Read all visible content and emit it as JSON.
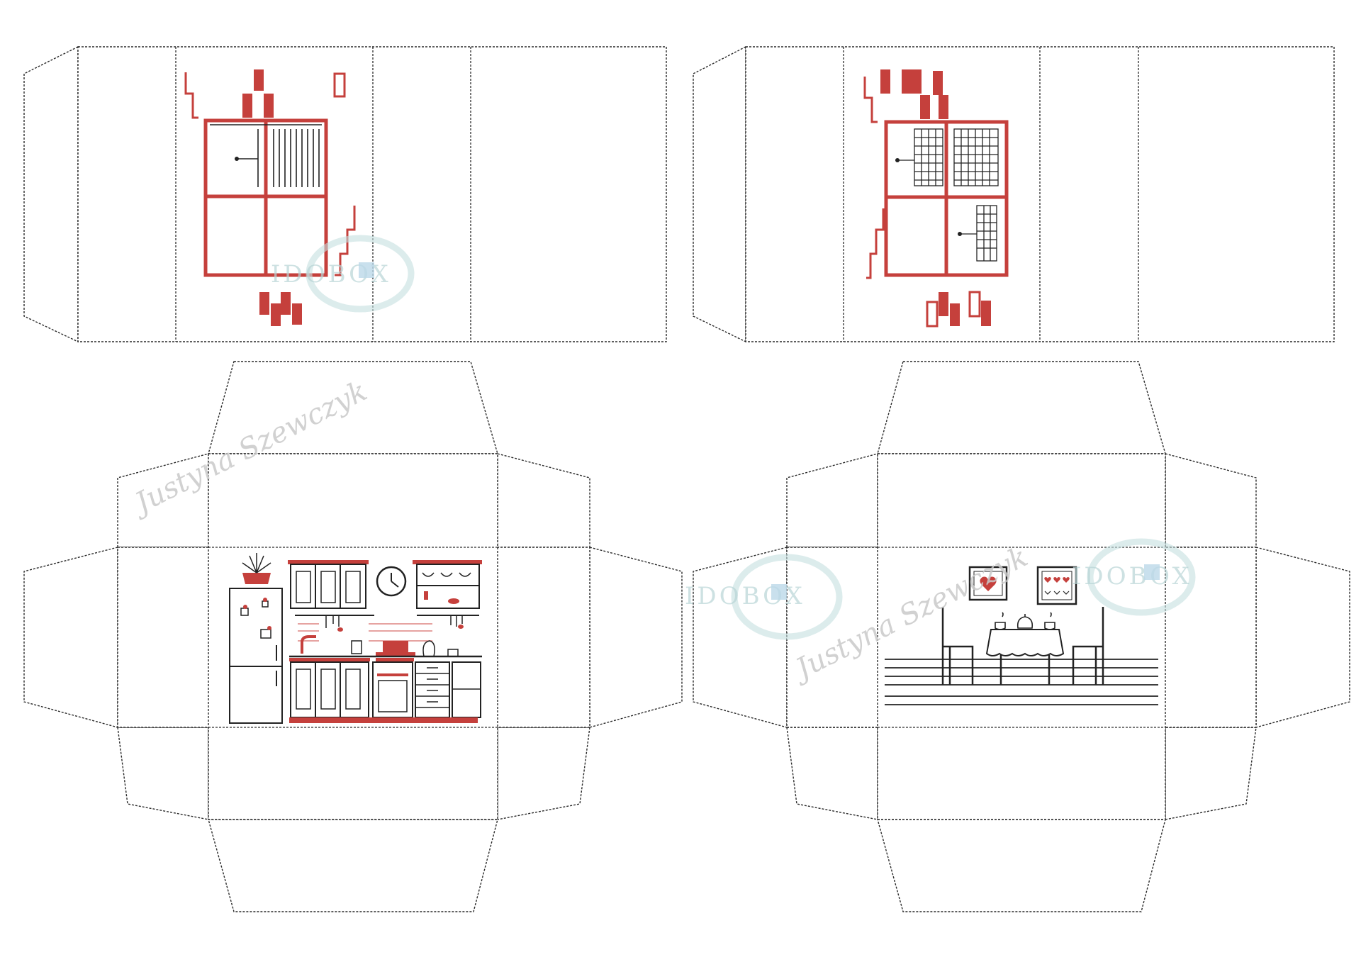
{
  "watermarks": {
    "logo_text": "IDOBOX",
    "signature": "Justyna Szewczyk"
  },
  "colors": {
    "accent": "#c5403c",
    "outline": "#2a2a2a",
    "watermark_logo": "#b8d5d6",
    "watermark_signature": "#c9c9c9"
  },
  "templates": [
    {
      "kind": "sleeve",
      "illustration": "red-framed-window-with-blind"
    },
    {
      "kind": "sleeve",
      "illustration": "red-framed-window-with-grid"
    },
    {
      "kind": "tray",
      "illustration": "red-kitchen"
    },
    {
      "kind": "tray",
      "illustration": "dining-table-with-chairs"
    }
  ]
}
